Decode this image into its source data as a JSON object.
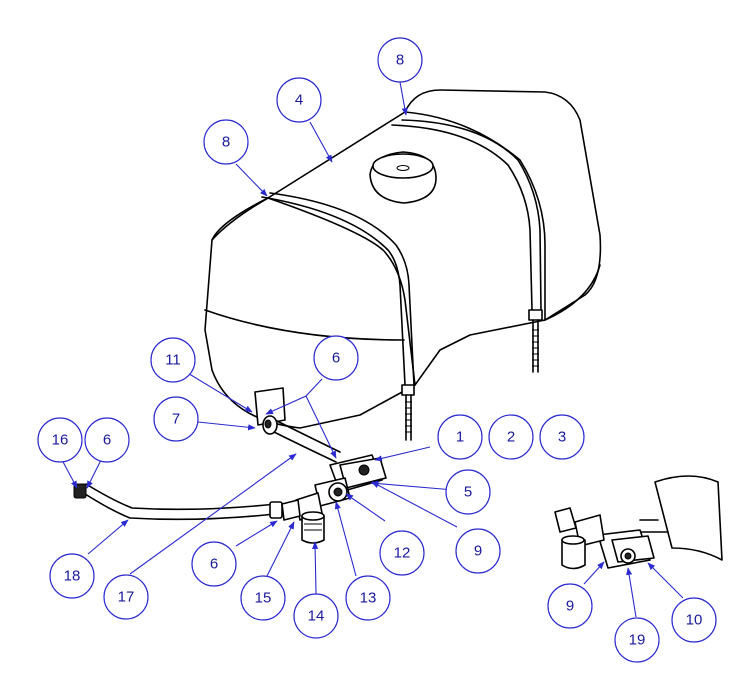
{
  "callouts": [
    {
      "label": "8"
    },
    {
      "label": "4"
    },
    {
      "label": "8"
    },
    {
      "label": "11"
    },
    {
      "label": "6"
    },
    {
      "label": "7"
    },
    {
      "label": "1"
    },
    {
      "label": "2"
    },
    {
      "label": "3"
    },
    {
      "label": "16"
    },
    {
      "label": "6"
    },
    {
      "label": "5"
    },
    {
      "label": "12"
    },
    {
      "label": "9"
    },
    {
      "label": "18"
    },
    {
      "label": "6"
    },
    {
      "label": "13"
    },
    {
      "label": "15"
    },
    {
      "label": "14"
    },
    {
      "label": "17"
    },
    {
      "label": "9"
    },
    {
      "label": "19"
    },
    {
      "label": "10"
    }
  ]
}
